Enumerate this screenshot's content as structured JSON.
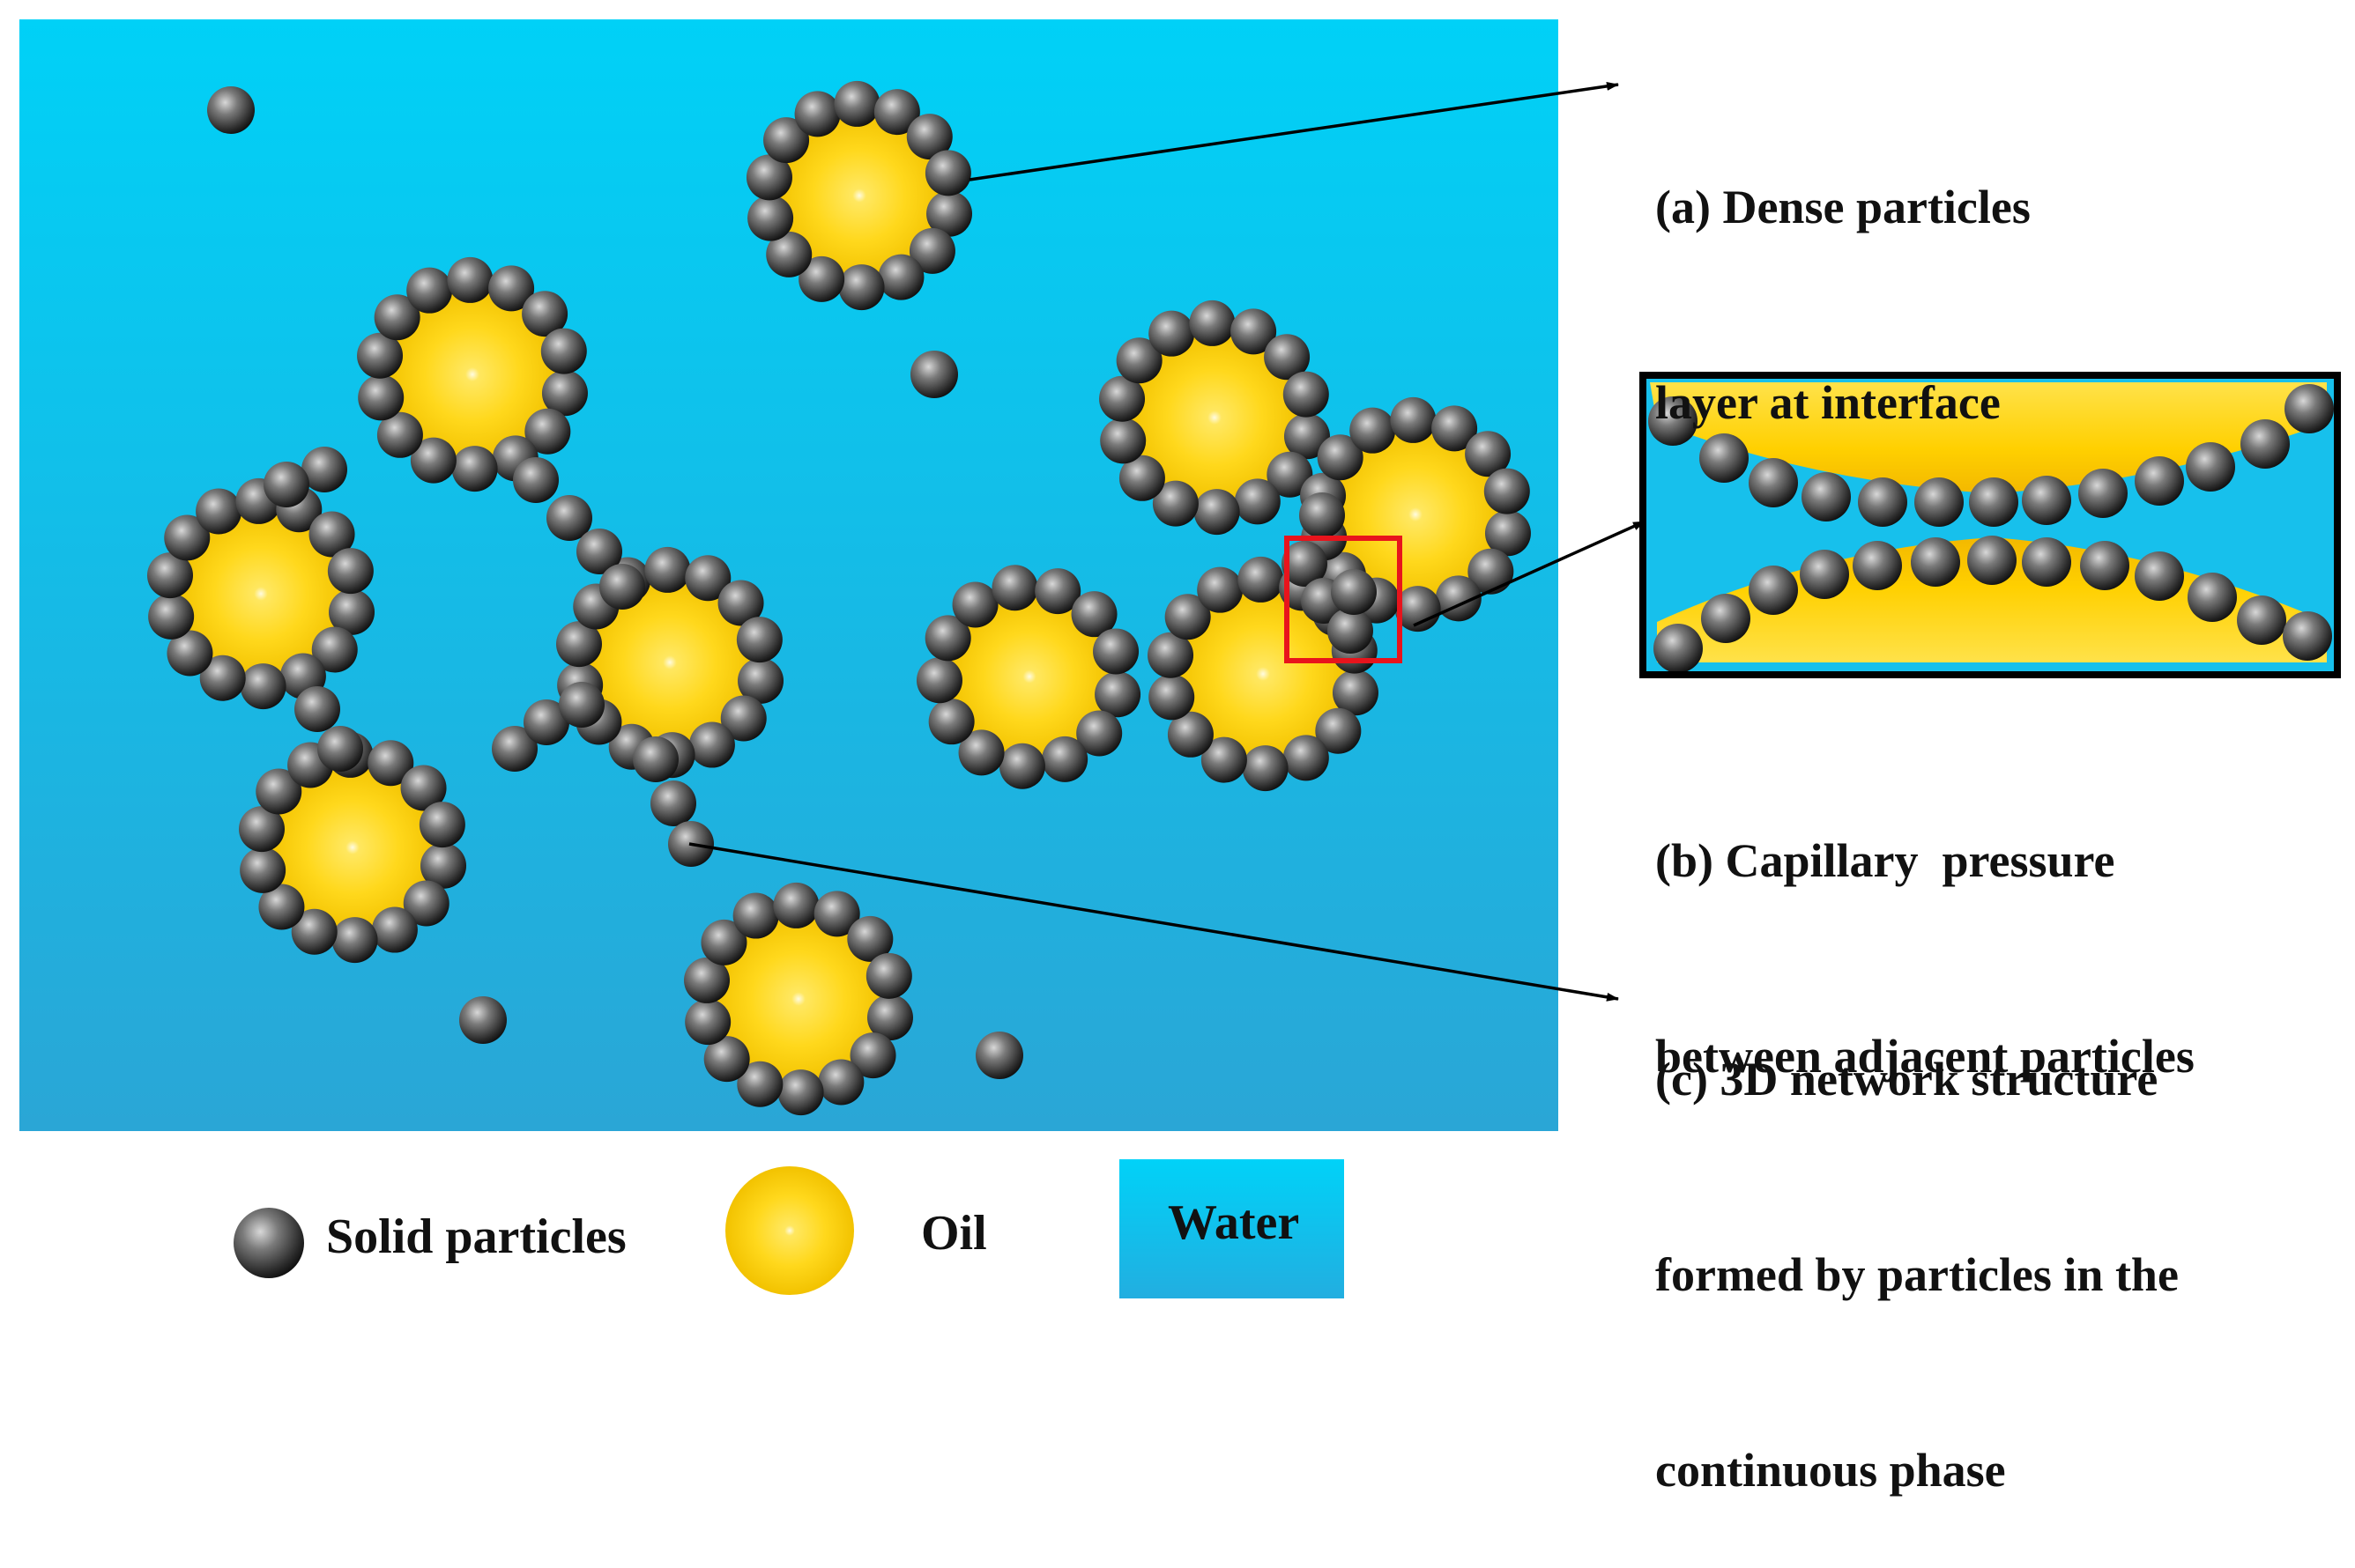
{
  "annotations": {
    "a": [
      "(a) Dense particles",
      "layer at interface"
    ],
    "b": [
      "(b) Capillary  pressure",
      "between adjacent particles"
    ],
    "c": [
      "(c) 3D network structure",
      "formed by particles in the",
      "continuous phase"
    ]
  },
  "legend": {
    "solid": "Solid particles",
    "oil": "Oil",
    "water": "Water"
  },
  "colors": {
    "water_top": "#00d1f7",
    "water_bottom": "#2aa6d6",
    "oil_center": "#fffbe0",
    "oil_mid": "#ffd21a",
    "oil_edge": "#f4c400",
    "particle_light": "#cfcfcf",
    "particle_mid": "#6a6a6a",
    "particle_dark": "#111111",
    "highlight_box": "#e8141c",
    "inset_border": "#000000",
    "arrow": "#000000"
  }
}
